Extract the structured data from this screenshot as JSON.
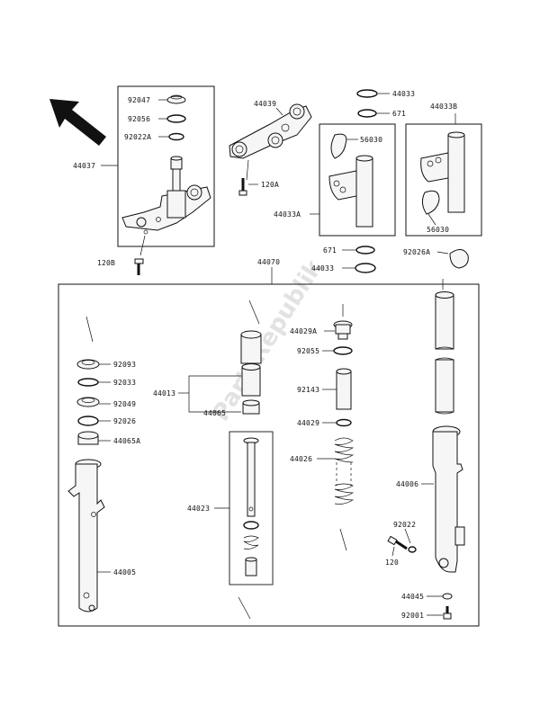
{
  "watermark": "PartsRepublik",
  "labels": {
    "p92047": "92047",
    "p92056": "92056",
    "p92022A": "92022A",
    "p44037": "44037",
    "p120B": "120B",
    "p44039": "44039",
    "p120A": "120A",
    "p44033_top": "44033",
    "p671_top": "671",
    "p44033B": "44033B",
    "p56030_left": "56030",
    "p44033A": "44033A",
    "p56030_right": "56030",
    "p671_bottom": "671",
    "p44033_bottom": "44033",
    "p92026A": "92026A",
    "p44070": "44070",
    "p92093": "92093",
    "p92033": "92033",
    "p92049": "92049",
    "p92026": "92026",
    "p44065A": "44065A",
    "p44005": "44005",
    "p44013": "44013",
    "p44065": "44065",
    "p44023": "44023",
    "p44029A": "44029A",
    "p92055": "92055",
    "p92143": "92143",
    "p44029": "44029",
    "p44026": "44026",
    "p44006": "44006",
    "p92022": "92022",
    "p120": "120",
    "p44045": "44045",
    "p92001": "92001"
  }
}
